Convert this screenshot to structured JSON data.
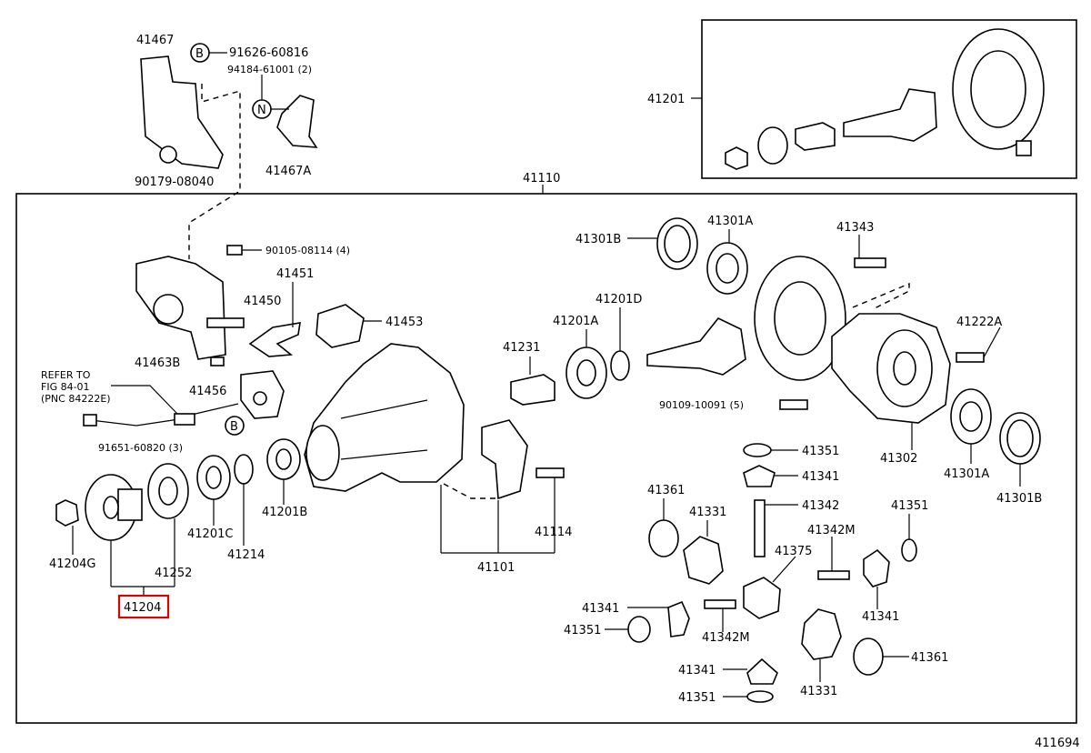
{
  "diagram_id": "411694",
  "group_label": "41110",
  "highlight_color": "#e00000",
  "markers": {
    "b": "B",
    "n": "N"
  },
  "refer_note": {
    "line1": "REFER TO",
    "line2": "FIG 84-01",
    "line3": "(PNC 84222E)"
  },
  "labels": {
    "p41467": "41467",
    "p91626_60816": "91626-60816",
    "p94184_61001": "94184-61001 (2)",
    "p90179_08040": "90179-08040",
    "p41467A": "41467A",
    "p41201_top": "41201",
    "p90105_08114": "90105-08114 (4)",
    "p41451": "41451",
    "p41450": "41450",
    "p41453": "41453",
    "p41463B": "41463B",
    "p41456": "41456",
    "p91651_60820": "91651-60820 (3)",
    "p41204G": "41204G",
    "p41252": "41252",
    "p41204": "41204",
    "p41201C": "41201C",
    "p41214": "41214",
    "p41201B_left": "41201B",
    "p41101": "41101",
    "p41114": "41114",
    "p41231": "41231",
    "p41201A": "41201A",
    "p41201D": "41201D",
    "p41301B_top": "41301B",
    "p41301A_top": "41301A",
    "p41343": "41343",
    "p41222A": "41222A",
    "p90109_10091": "90109-10091 (5)",
    "p41302": "41302",
    "p41301A_right": "41301A",
    "p41301B_right": "41301B",
    "p41351_a": "41351",
    "p41341_a": "41341",
    "p41342": "41342",
    "p41361_a": "41361",
    "p41331_a": "41331",
    "p41342M_a": "41342M",
    "p41351_b": "41351",
    "p41375": "41375",
    "p41341_b": "41341",
    "p41341_c": "41341",
    "p41351_c": "41351",
    "p41342M_b": "41342M",
    "p41361_b": "41361",
    "p41341_d": "41341",
    "p41331_b": "41331",
    "p41351_d": "41351"
  }
}
